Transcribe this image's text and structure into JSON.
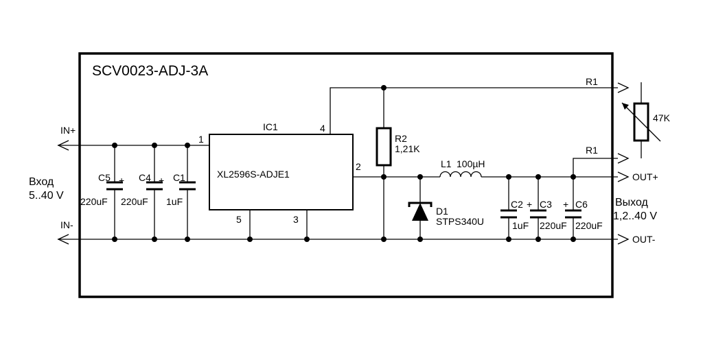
{
  "module": {
    "title": "SCV0023-ADJ-3A"
  },
  "input": {
    "pos_label": "IN+",
    "neg_label": "IN-",
    "name": "Вход",
    "range": "5..40 V"
  },
  "output": {
    "pos_label": "OUT+",
    "neg_label": "OUT-",
    "name": "Выход",
    "range": "1,2..40 V",
    "r1_label_top": "R1",
    "r1_label_bottom": "R1"
  },
  "ic1": {
    "ref": "IC1",
    "part": "XL2596S-ADJE1",
    "pin1": "1",
    "pin2": "2",
    "pin3": "3",
    "pin4": "4",
    "pin5": "5"
  },
  "components": {
    "c5": {
      "ref": "C5",
      "value": "220uF",
      "polarity": "+"
    },
    "c4": {
      "ref": "C4",
      "value": "220uF",
      "polarity": "+"
    },
    "c1": {
      "ref": "C1",
      "value": "1uF"
    },
    "r2": {
      "ref": "R2",
      "value": "1,21K"
    },
    "l1": {
      "ref": "L1",
      "value": "100µH"
    },
    "d1": {
      "ref": "D1",
      "part": "STPS340U"
    },
    "c2": {
      "ref": "C2",
      "value": "1uF"
    },
    "c3": {
      "ref": "C3",
      "value": "220uF",
      "polarity": "+"
    },
    "c6": {
      "ref": "C6",
      "value": "220uF",
      "polarity": "+"
    },
    "r1": {
      "value": "47K"
    }
  }
}
